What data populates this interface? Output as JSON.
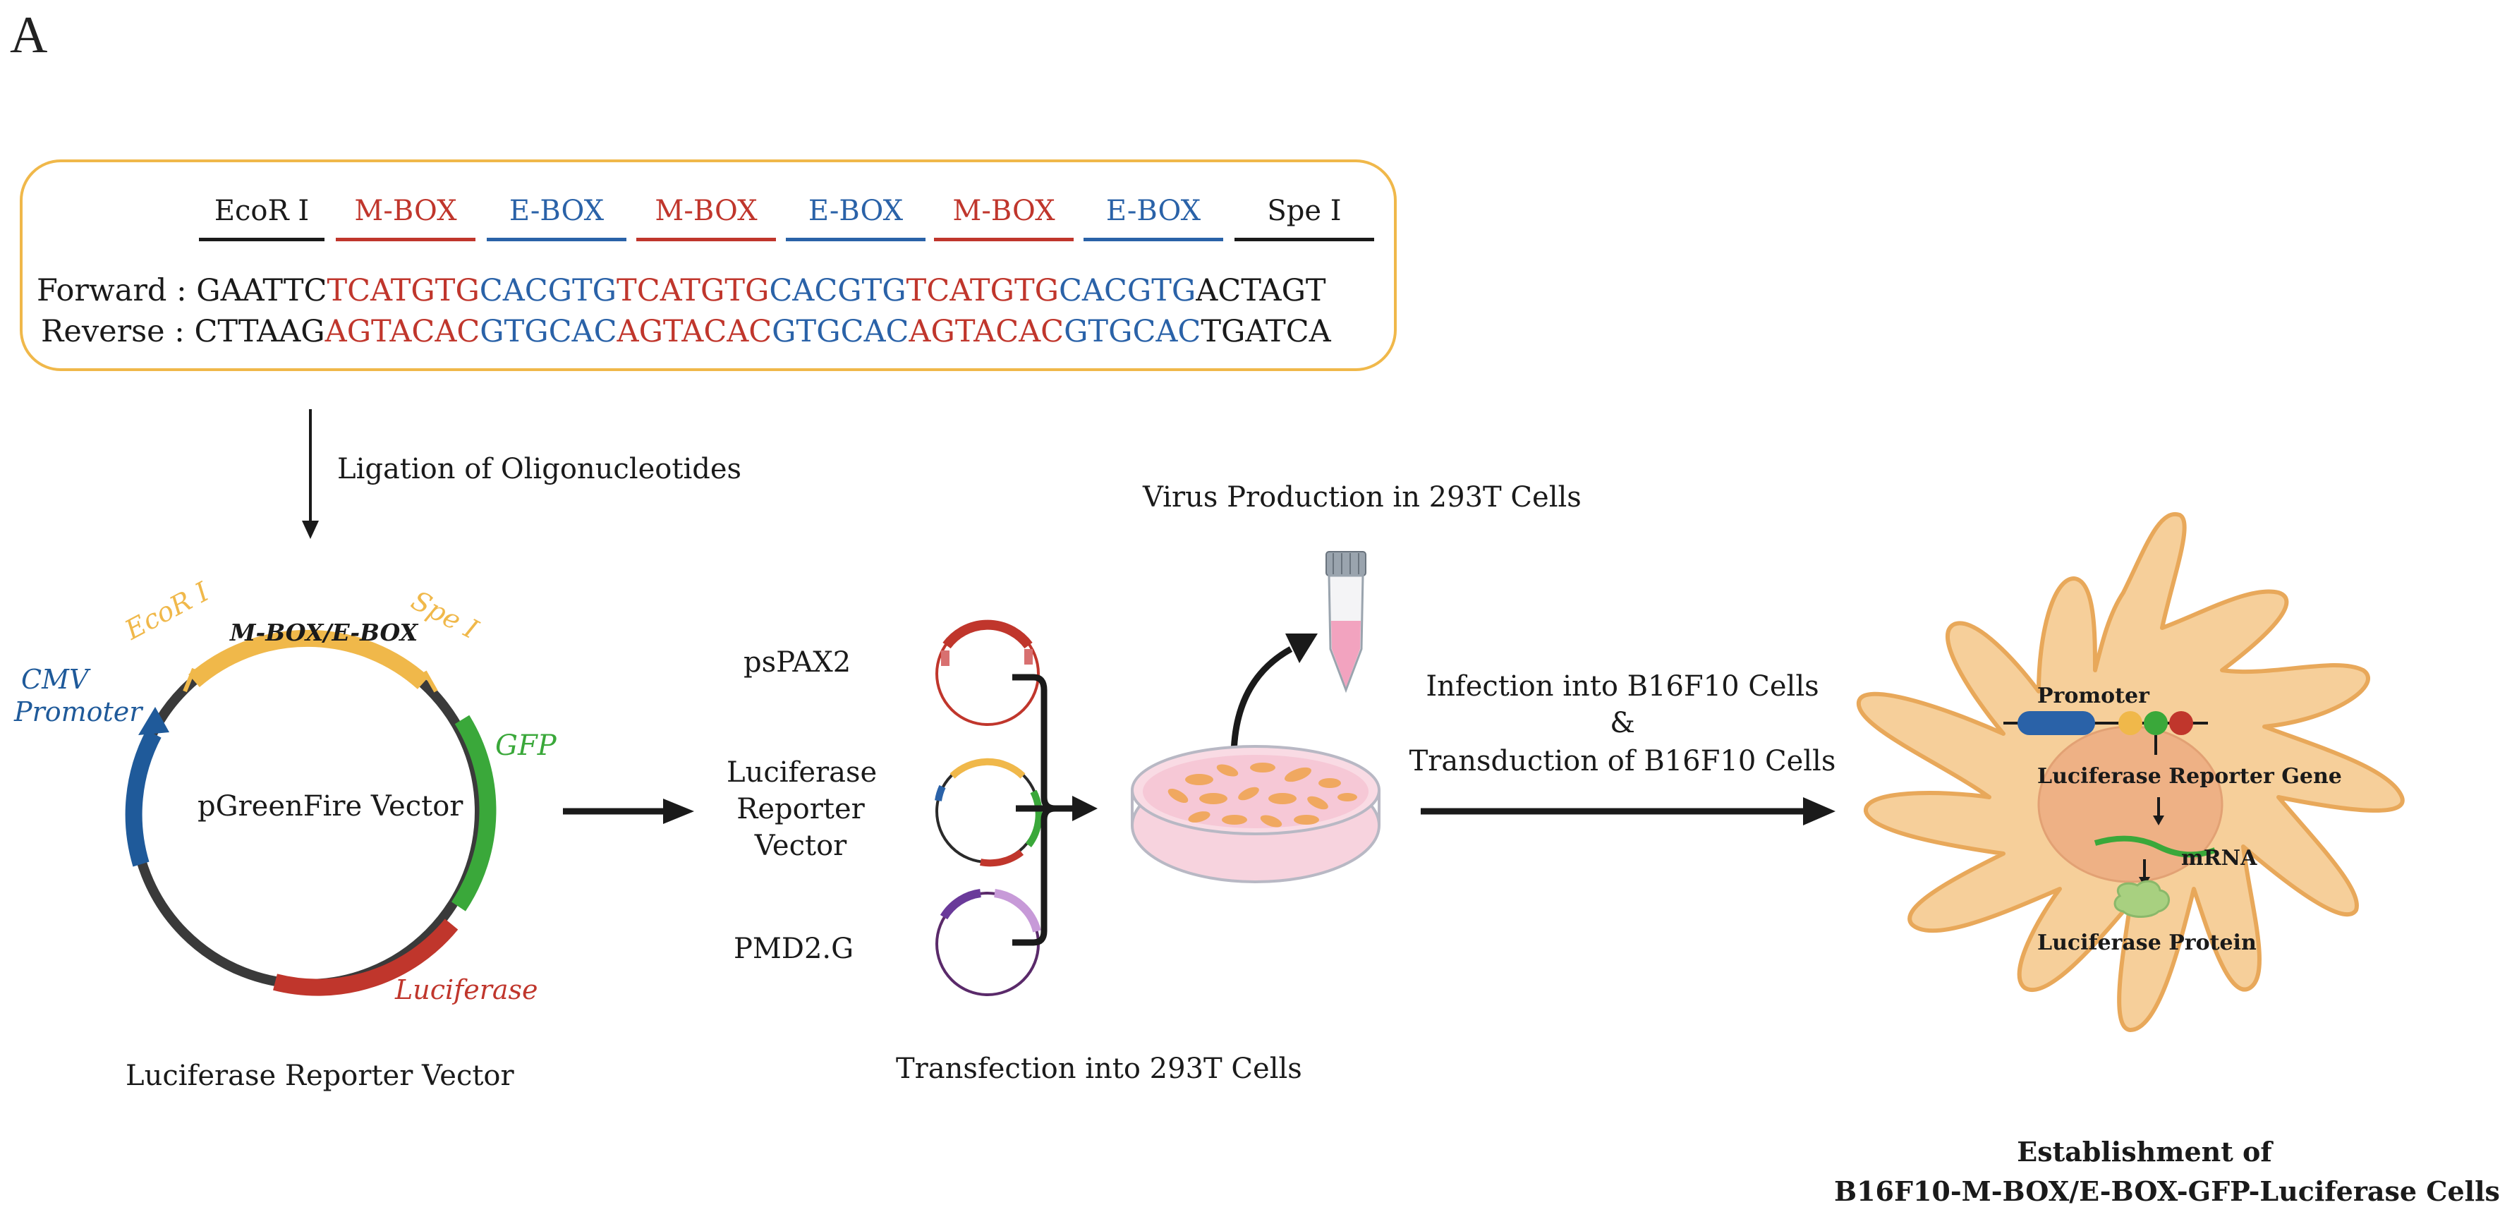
{
  "panel_label": "A",
  "oligo": {
    "segments": [
      {
        "label": "EcoR I",
        "color": "#1a1a1a"
      },
      {
        "label": "M-BOX",
        "color": "#c0362c"
      },
      {
        "label": "E-BOX",
        "color": "#2a62a8"
      },
      {
        "label": "M-BOX",
        "color": "#c0362c"
      },
      {
        "label": "E-BOX",
        "color": "#2a62a8"
      },
      {
        "label": "M-BOX",
        "color": "#c0362c"
      },
      {
        "label": "E-BOX",
        "color": "#2a62a8"
      },
      {
        "label": "Spe I",
        "color": "#1a1a1a"
      }
    ],
    "forward": {
      "prefix": "Forward : ",
      "parts": [
        "GAATTC",
        "TCATGTG",
        "CACGTG",
        "TCATGTG",
        "CACGTG",
        "TCATGTG",
        "CACGTG",
        "ACTAGT"
      ]
    },
    "reverse": {
      "prefix": "Reverse : ",
      "parts": [
        "CTTAAG",
        "AGTACAC",
        "GTGCAC",
        "AGTACAC",
        "GTGCAC",
        "AGTACAC",
        "GTGCAC",
        "TGATCA"
      ]
    }
  },
  "ligation_label": "Ligation of Oligonucleotides",
  "vector": {
    "name": "pGreenFire Vector",
    "insert": "M-BOX/E-BOX",
    "ecori": "EcoR I",
    "spei": "Spe I",
    "cmv_line1": "CMV",
    "cmv_line2": "Promoter",
    "gfp": "GFP",
    "luciferase": "Luciferase",
    "caption": "Luciferase Reporter Vector"
  },
  "transfection": {
    "plasmid1": "psPAX2",
    "plasmid2_line1": "Luciferase",
    "plasmid2_line2": "Reporter",
    "plasmid2_line3": "Vector",
    "plasmid3": "PMD2.G",
    "caption": "Transfection into 293T Cells"
  },
  "virus_label": "Virus Production in 293T Cells",
  "infection": {
    "line1": "Infection into B16F10 Cells",
    "line2": "&",
    "line3": "Transduction of B16F10 Cells"
  },
  "cell": {
    "promoter": "Promoter",
    "reporter_gene": "Luciferase Reporter Gene",
    "mrna": "mRNA",
    "protein": "Luciferase Protein",
    "caption_line1": "Establishment of",
    "caption_line2": "B16F10-M-BOX/E-BOX-GFP-Luciferase Cells"
  },
  "colors": {
    "red": "#c0362c",
    "blue": "#2a62a8",
    "orange": "#f0b84a",
    "green": "#3aa83a",
    "cell_fill": "#f6cf9a",
    "cell_stroke": "#e8a85a"
  }
}
